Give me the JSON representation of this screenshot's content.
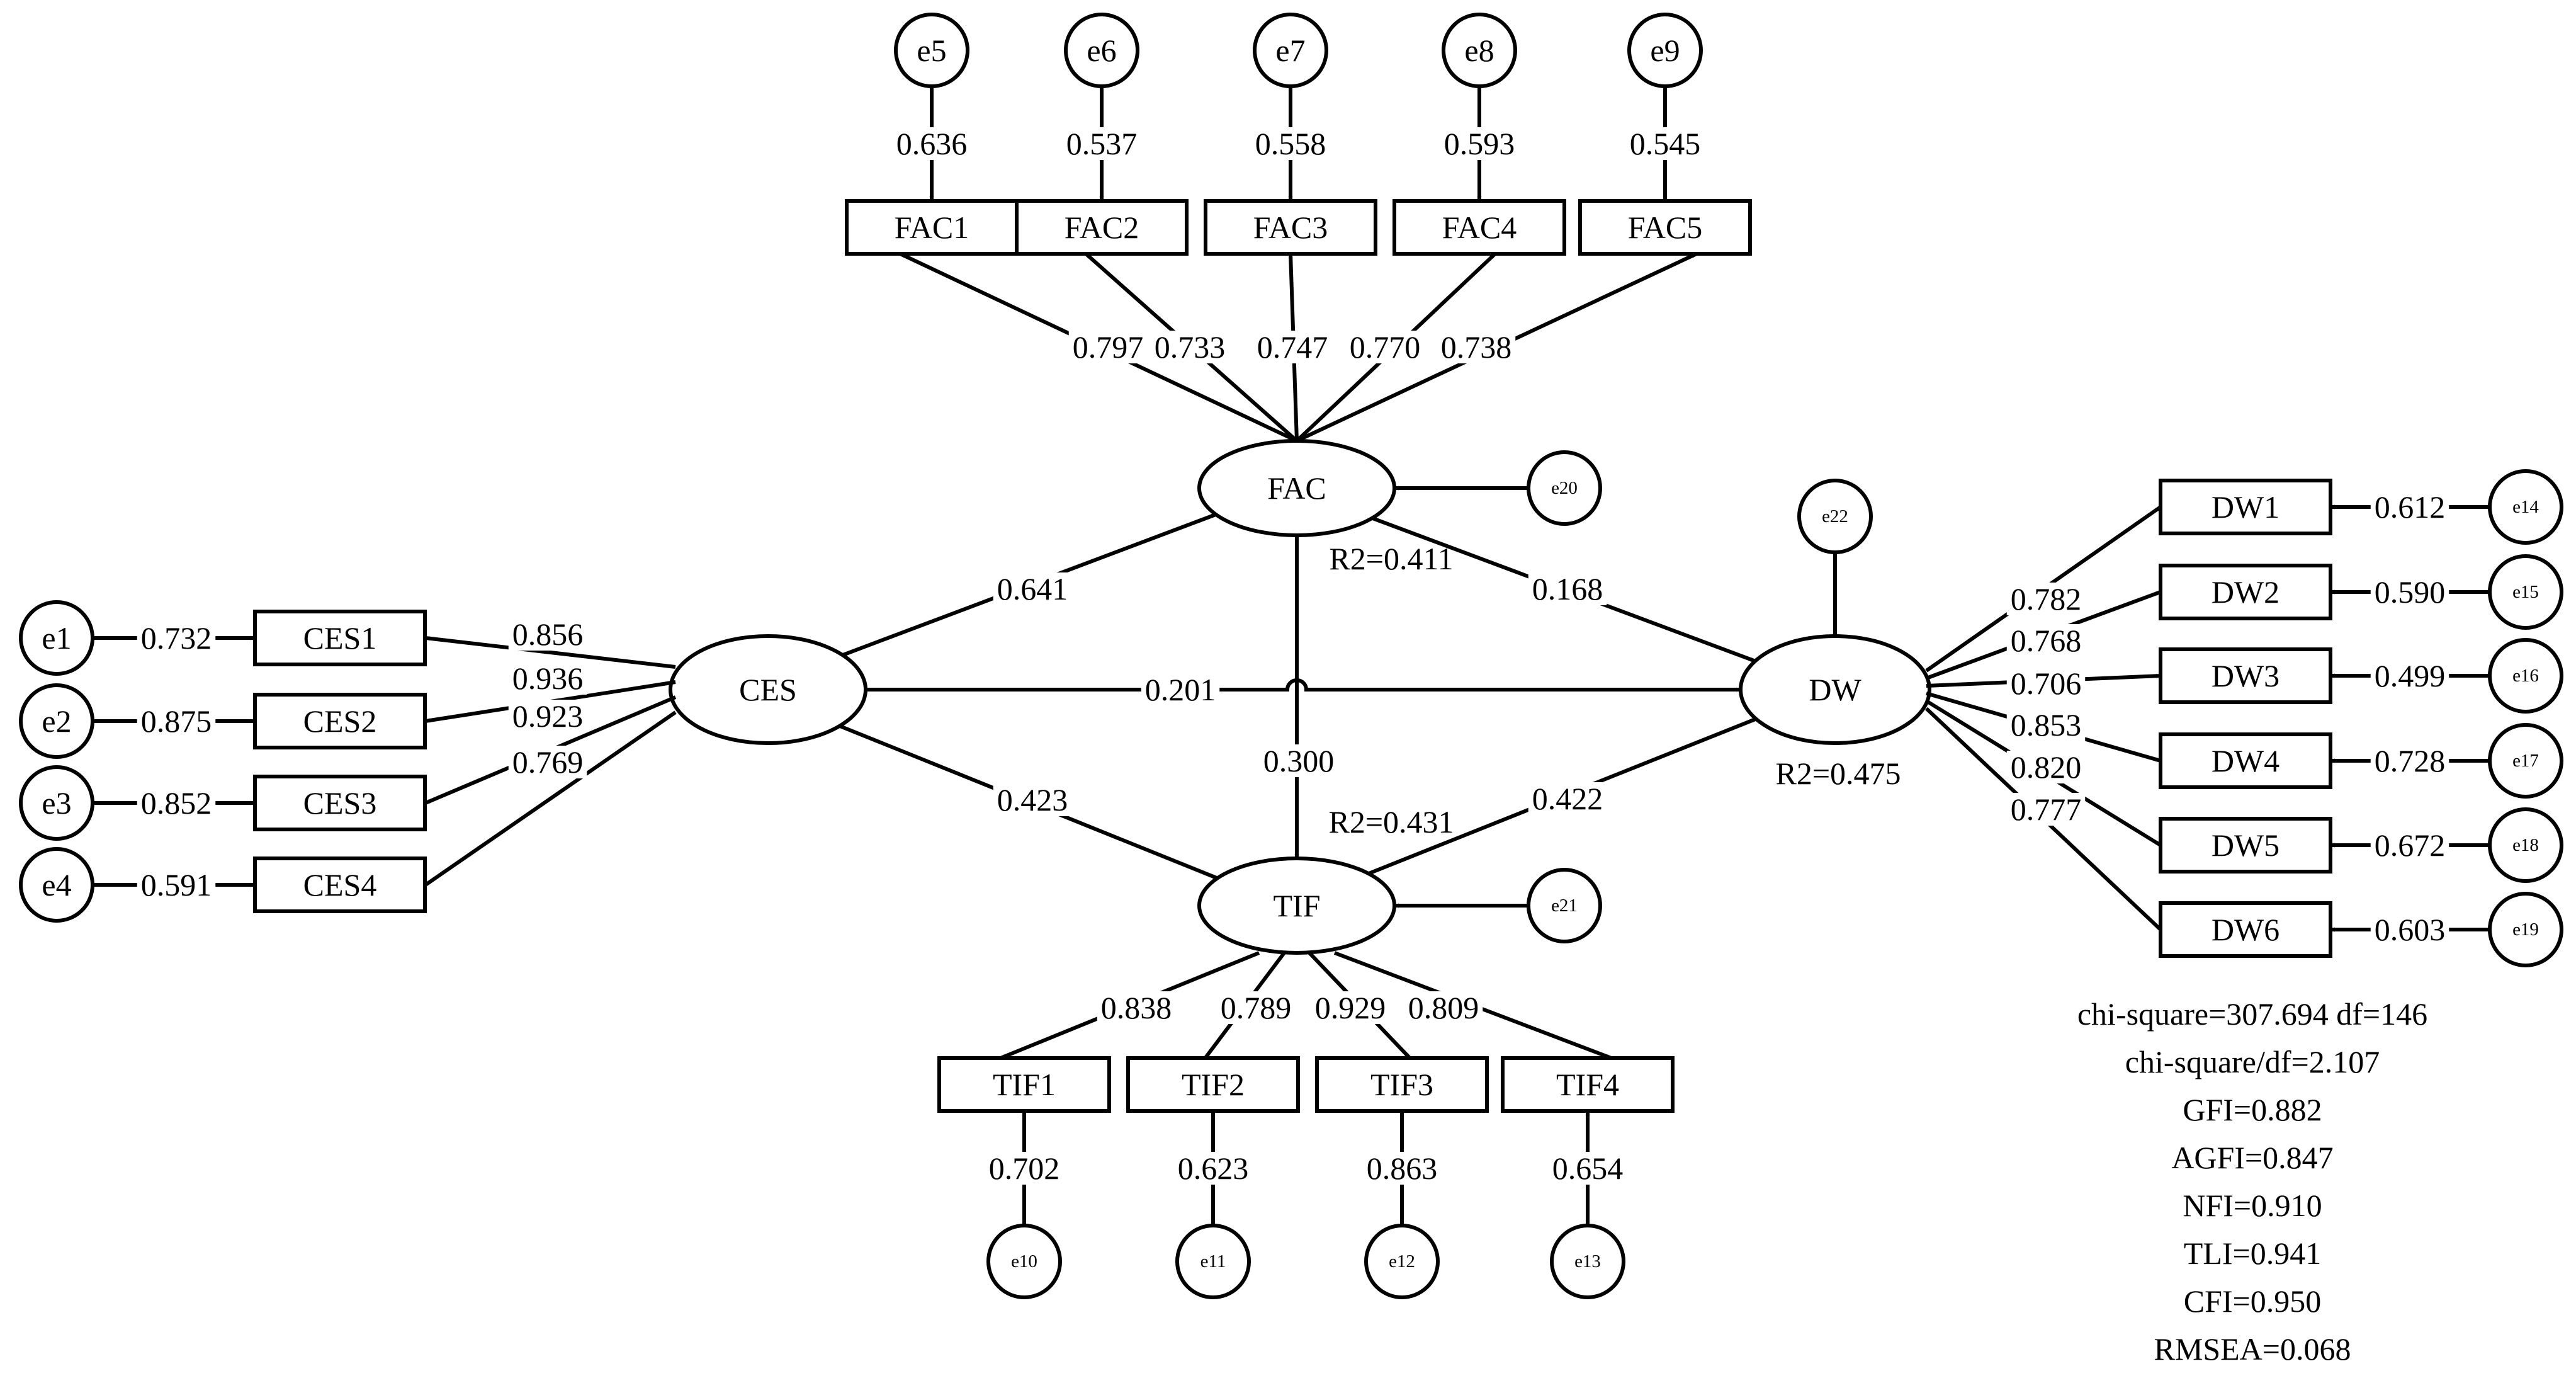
{
  "latents": {
    "ces": "CES",
    "fac": "FAC",
    "tif": "TIF",
    "dw": "DW"
  },
  "indicators": {
    "ces": [
      "CES1",
      "CES2",
      "CES3",
      "CES4"
    ],
    "fac": [
      "FAC1",
      "FAC2",
      "FAC3",
      "FAC4",
      "FAC5"
    ],
    "tif": [
      "TIF1",
      "TIF2",
      "TIF3",
      "TIF4"
    ],
    "dw": [
      "DW1",
      "DW2",
      "DW3",
      "DW4",
      "DW5",
      "DW6"
    ]
  },
  "errors": {
    "ces": [
      "e1",
      "e2",
      "e3",
      "e4"
    ],
    "fac": [
      "e5",
      "e6",
      "e7",
      "e8",
      "e9"
    ],
    "tif": [
      "e10",
      "e11",
      "e12",
      "e13"
    ],
    "dw": [
      "e14",
      "e15",
      "e16",
      "e17",
      "e18",
      "e19"
    ],
    "structural": {
      "fac": "e20",
      "tif": "e21",
      "dw": "e22"
    }
  },
  "loadings": {
    "ces": [
      "0.856",
      "0.936",
      "0.923",
      "0.769"
    ],
    "fac": [
      "0.797",
      "0.733",
      "0.747",
      "0.770",
      "0.738"
    ],
    "tif": [
      "0.838",
      "0.789",
      "0.929",
      "0.809"
    ],
    "dw": [
      "0.782",
      "0.768",
      "0.706",
      "0.853",
      "0.820",
      "0.777"
    ]
  },
  "error_values": {
    "ces": [
      "0.732",
      "0.875",
      "0.852",
      "0.591"
    ],
    "fac": [
      "0.636",
      "0.537",
      "0.558",
      "0.593",
      "0.545"
    ],
    "tif": [
      "0.702",
      "0.623",
      "0.863",
      "0.654"
    ],
    "dw": [
      "0.612",
      "0.590",
      "0.499",
      "0.728",
      "0.672",
      "0.603"
    ]
  },
  "paths": {
    "ces_fac": "0.641",
    "ces_tif": "0.423",
    "ces_dw": "0.201",
    "fac_dw": "0.168",
    "fac_tif": "0.300",
    "tif_dw": "0.422"
  },
  "r2": {
    "fac": "R2=0.411",
    "tif": "R2=0.431",
    "dw": "R2=0.475"
  },
  "fit": [
    "chi-square=307.694 df=146",
    "chi-square/df=2.107",
    "GFI=0.882",
    "AGFI=0.847",
    "NFI=0.910",
    "TLI=0.941",
    "CFI=0.950",
    "RMSEA=0.068"
  ]
}
